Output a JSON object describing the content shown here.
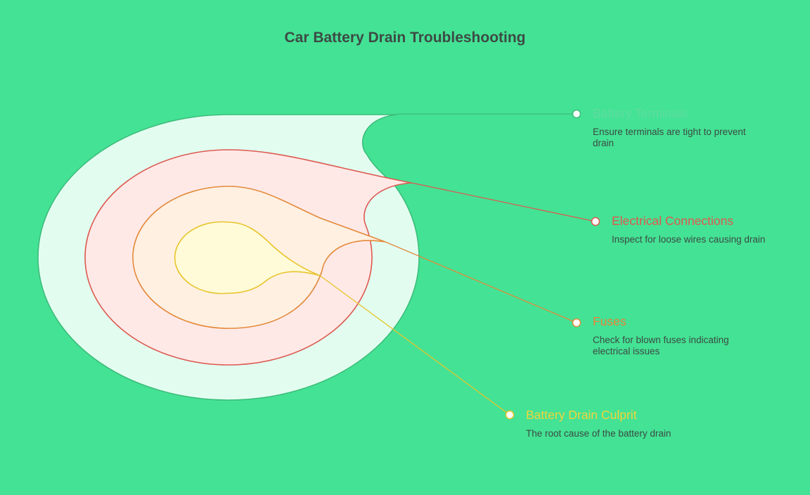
{
  "title": "Car Battery Drain Troubleshooting",
  "layers": [
    {
      "key": "terminals",
      "heading": "Battery Terminals",
      "description": "Ensure terminals are tight to prevent drain",
      "fill": "#e2fdf0",
      "stroke": "#3dbd7b",
      "text_color": "#5fdca0"
    },
    {
      "key": "connections",
      "heading": "Electrical Connections",
      "description": "Inspect for loose wires causing drain",
      "fill": "#ffe9e7",
      "stroke": "#dd5a50",
      "text_color": "#e0584f"
    },
    {
      "key": "fuses",
      "heading": "Fuses",
      "description": "Check for blown fuses indicating electrical issues",
      "fill": "#fff0e1",
      "stroke": "#e38a3b",
      "text_color": "#e8823a"
    },
    {
      "key": "culprit",
      "heading": "Battery Drain Culprit",
      "description": "The root cause of the battery drain",
      "fill": "#fffbd8",
      "stroke": "#e8c42c",
      "text_color": "#f0d43a"
    }
  ]
}
